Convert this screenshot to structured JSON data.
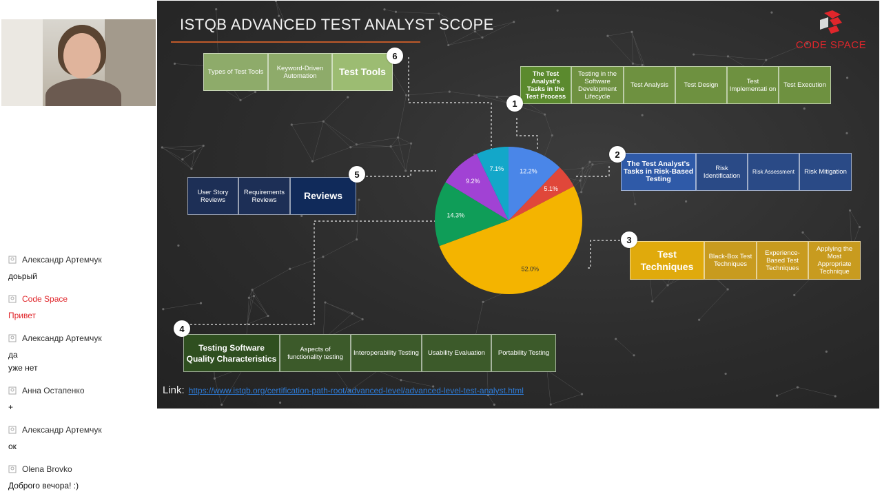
{
  "slide": {
    "title": "ISTQB ADVANCED TEST ANALYST SCOPE",
    "logo_text": "CODE SPACE",
    "link_label": "Link:",
    "link_url": "https://www.istqb.org/certification-path-root/advanced-level/advanced-level-test-analyst.html"
  },
  "sections": {
    "test_tools": {
      "number": "6",
      "title": "Test Tools",
      "items": [
        "Types of Test Tools",
        "Keyword-Driven Automation"
      ]
    },
    "test_process": {
      "number": "1",
      "title": "The Test Analyst's Tasks in the Test Process",
      "items": [
        "Testing in the Software Development Lifecycle",
        "Test Analysis",
        "Test Design",
        "Test Implementati on",
        "Test Execution"
      ]
    },
    "risk_based": {
      "number": "2",
      "title": "The Test Analyst's Tasks in Risk-Based Testing",
      "items": [
        "Risk Identification",
        "Risk Assessment",
        "Risk Mitigation"
      ]
    },
    "reviews": {
      "number": "5",
      "title": "Reviews",
      "items": [
        "User Story Reviews",
        "Requirements Reviews"
      ]
    },
    "techniques": {
      "number": "3",
      "title": "Test Techniques",
      "items": [
        "Black-Box Test Techniques",
        "Experience-Based Test Techniques",
        "Applying the Most Appropriate Technique"
      ]
    },
    "quality": {
      "number": "4",
      "title": "Testing Software Quality Characteristics",
      "items": [
        "Aspects of functionality testing",
        "Interoperability Testing",
        "Usability Evaluation",
        "Portability Testing"
      ]
    }
  },
  "colors": {
    "blue": "#4a86e8",
    "red": "#e0473a",
    "yellow": "#f4b400",
    "green": "#0f9d58",
    "purple": "#a142d4",
    "cyan": "#13a7c9",
    "brand": "#e0262b"
  },
  "chart_data": {
    "type": "pie",
    "categories": [
      "Test Process",
      "Risk-Based Testing",
      "Test Techniques",
      "Quality Characteristics",
      "Reviews",
      "Test Tools"
    ],
    "values": [
      12.2,
      5.1,
      52.0,
      14.3,
      9.2,
      7.1
    ],
    "labels": [
      "12.2%",
      "5.1%",
      "52.0%",
      "14.3%",
      "9.2%",
      "7.1%"
    ],
    "colors": [
      "#4a86e8",
      "#e0473a",
      "#f4b400",
      "#0f9d58",
      "#a142d4",
      "#13a7c9"
    ]
  },
  "chat": {
    "messages": [
      {
        "author": "Александр Артемчук",
        "lines": [
          "доьрый"
        ]
      },
      {
        "author": "Code Space",
        "lines": [
          "Привет"
        ],
        "brand": true
      },
      {
        "author": "Александр Артемчук",
        "lines": [
          "да",
          "уже нет"
        ]
      },
      {
        "author": "Анна Остапенко",
        "lines": [
          "+"
        ]
      },
      {
        "author": "Александр Артемчук",
        "lines": [
          "ок"
        ]
      },
      {
        "author": "Olena Brovko",
        "lines": [
          "Доброго вечора! :)"
        ]
      }
    ]
  }
}
